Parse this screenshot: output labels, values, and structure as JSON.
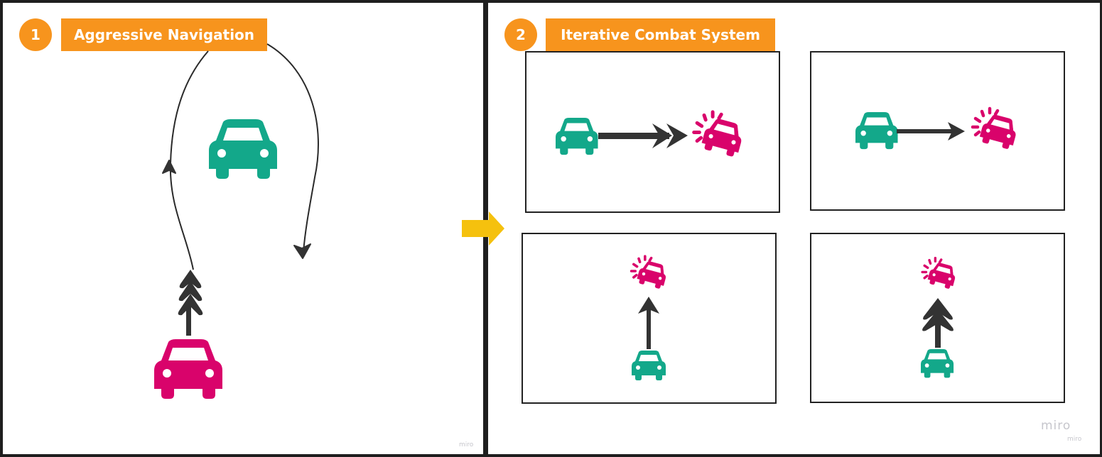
{
  "sections": [
    {
      "number": "1",
      "title": "Aggressive Navigation"
    },
    {
      "number": "2",
      "title": "Iterative Combat System"
    }
  ],
  "scenarios": [
    {
      "id": "horizontal-double-arrow",
      "attacker": "player-car",
      "target": "enemy-car-hit",
      "arrow": "double-chevron"
    },
    {
      "id": "horizontal-single-arrow",
      "attacker": "player-car",
      "target": "enemy-car-hit",
      "arrow": "single"
    },
    {
      "id": "vertical-single-arrow",
      "attacker": "player-car",
      "target": "enemy-car-hit",
      "arrow": "single"
    },
    {
      "id": "vertical-double-arrow",
      "attacker": "player-car",
      "target": "enemy-car-hit",
      "arrow": "double-chevron"
    }
  ],
  "watermarks": {
    "left": "miro",
    "right_large": "miro",
    "right_small": "miro"
  },
  "colors": {
    "accent_orange": "#f7941d",
    "player_green": "#13a88a",
    "enemy_magenta": "#d9036b",
    "arrow_dark": "#333333",
    "transition_yellow": "#f5c10e",
    "border": "#1e1e1e"
  },
  "icons": [
    "car-icon",
    "crash-car-icon",
    "arrow-icon",
    "triple-chevron-arrow-icon",
    "transition-arrow-icon"
  ]
}
